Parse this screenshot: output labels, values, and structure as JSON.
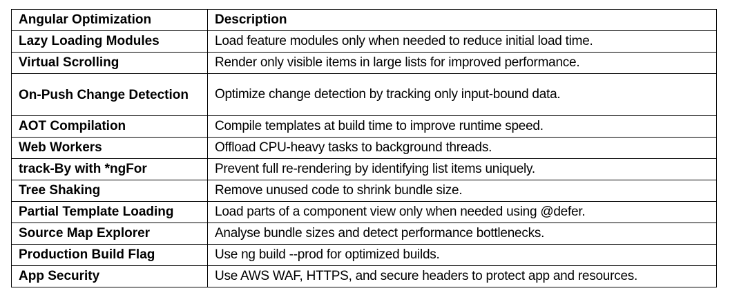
{
  "table": {
    "headers": {
      "name": "Angular Optimization",
      "description": "Description"
    },
    "rows": [
      {
        "name": "Lazy Loading Modules",
        "description": "Load feature modules only when needed to reduce initial load time."
      },
      {
        "name": "Virtual Scrolling",
        "description": "Render only visible items in large lists for improved performance."
      },
      {
        "name": "On-Push Change Detection",
        "description": "Optimize change detection by tracking only input-bound data."
      },
      {
        "name": "AOT Compilation",
        "description": "Compile templates at build time to improve runtime speed."
      },
      {
        "name": "Web Workers",
        "description": "Offload CPU-heavy tasks to background threads."
      },
      {
        "name": "track-By with *ngFor",
        "description": "Prevent full re-rendering by identifying list items uniquely."
      },
      {
        "name": "Tree Shaking",
        "description": "Remove unused code to shrink bundle size."
      },
      {
        "name": "Partial Template Loading",
        "description": "Load parts of a component view only when needed using @defer."
      },
      {
        "name": "Source Map Explorer",
        "description": "Analyse bundle sizes and detect performance bottlenecks."
      },
      {
        "name": "Production Build Flag",
        "description": "Use ng build --prod for optimized builds."
      },
      {
        "name": "App Security",
        "description": "Use AWS WAF, HTTPS, and secure headers to protect app and resources."
      }
    ]
  }
}
